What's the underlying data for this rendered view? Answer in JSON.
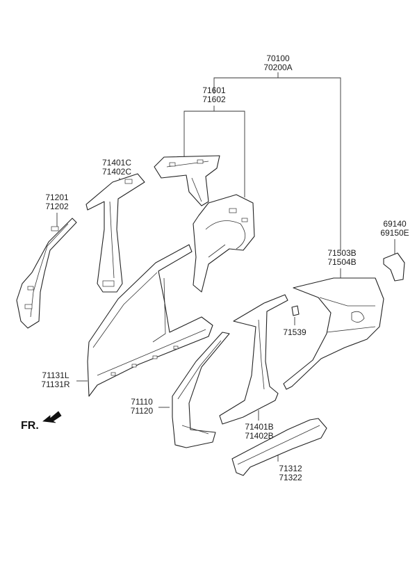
{
  "callouts": {
    "assembly": [
      "70100",
      "70200A"
    ],
    "rear_inner": [
      "71601",
      "71602"
    ],
    "b_pillar_upper": [
      "71401C",
      "71402C"
    ],
    "a_pillar_inner": [
      "71201",
      "71202"
    ],
    "side_outer": [
      "71131L",
      "71131R"
    ],
    "front_outer": [
      "71110",
      "71120"
    ],
    "b_pillar_outer": [
      "71401B",
      "71402B"
    ],
    "sill": [
      "71312",
      "71322"
    ],
    "quarter": [
      "71503B",
      "71504B"
    ],
    "bracket": [
      "69140",
      "69150E"
    ],
    "clip": [
      "71539"
    ]
  },
  "orientation": {
    "label": "FR."
  }
}
